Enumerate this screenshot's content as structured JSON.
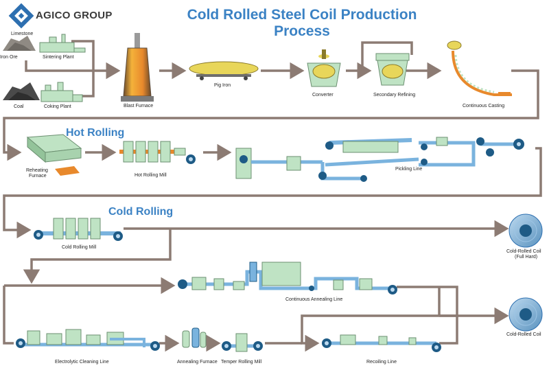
{
  "header": {
    "brand": "AGICO GROUP",
    "title": "Cold Rolled Steel Coil Production Process"
  },
  "sections": {
    "hot_rolling": "Hot Rolling",
    "cold_rolling": "Cold Rolling"
  },
  "labels": {
    "limestone": "Limestone",
    "iron_ore": "Iron Ore",
    "sintering_plant": "Sintering Plant",
    "coal": "Coal",
    "coking_plant": "Coking Plant",
    "blast_furnace": "Blast Furnace",
    "pig_iron": "Pig Iron",
    "converter": "Converter",
    "secondary_refining": "Secondary Refining",
    "continuous_casting": "Continuous Casting",
    "reheating_furnace_1": "Reheating",
    "reheating_furnace_2": "Furnace",
    "hot_rolling_mill": "Hot Rolling Mill",
    "pickling_line": "Pickling Line",
    "cold_rolling_mill": "Cold Rolling Mill",
    "cold_rolled_coil_full_hard_1": "Cold-Rolled Coil",
    "cold_rolled_coil_full_hard_2": "(Full Hard)",
    "continuous_annealing_line": "Continuous Annealing Line",
    "cold_rolled_coil": "Cold-Rolled Coil",
    "electrolytic_cleaning_line": "Electrolytic Cleaning Line",
    "annealing_furnace": "Annealing Furnace",
    "temper_rolling_mill": "Temper Rolling Mill",
    "recoiling_line": "Recoiling Line"
  },
  "colors": {
    "title": "#3b82c4",
    "flow_line": "#8c7b73",
    "equipment": "#bfe3c4",
    "equipment_edge": "#6b8f70",
    "strip": "#7ab3de",
    "roll_dark": "#1e5b86",
    "furnace_orange": "#e8892c"
  }
}
